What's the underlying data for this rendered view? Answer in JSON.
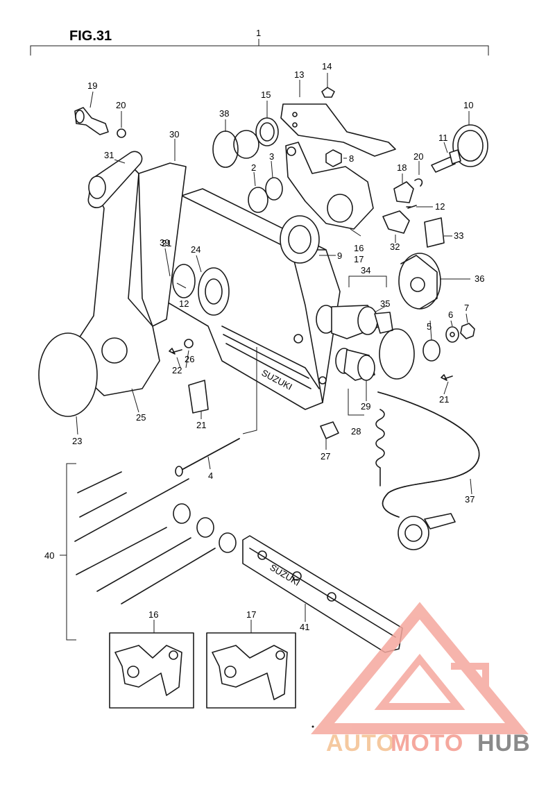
{
  "figure": {
    "title": "FIG.31",
    "assembly_ref": "1"
  },
  "callouts": [
    "2",
    "3",
    "4",
    "5",
    "6",
    "7",
    "8",
    "9",
    "10",
    "11",
    "12",
    "12",
    "13",
    "14",
    "15",
    "16",
    "17",
    "18",
    "19",
    "20",
    "20",
    "21",
    "21",
    "21",
    "22",
    "23",
    "24",
    "25",
    "26",
    "27",
    "28",
    "29",
    "30",
    "31",
    "32",
    "33",
    "34",
    "35",
    "36",
    "37",
    "38",
    "39",
    "40",
    "41"
  ],
  "insets": [
    {
      "label": "16"
    },
    {
      "label": "17"
    }
  ],
  "stamped_text": {
    "housing": "SUZUKI",
    "bar": "SUZUKI"
  },
  "watermark": {
    "prefix": "AUTO",
    "middle": "MOTO",
    "suffix": "HUB",
    "color_primary": "#f5a89e",
    "color_secondary": "#8a8a8a"
  }
}
